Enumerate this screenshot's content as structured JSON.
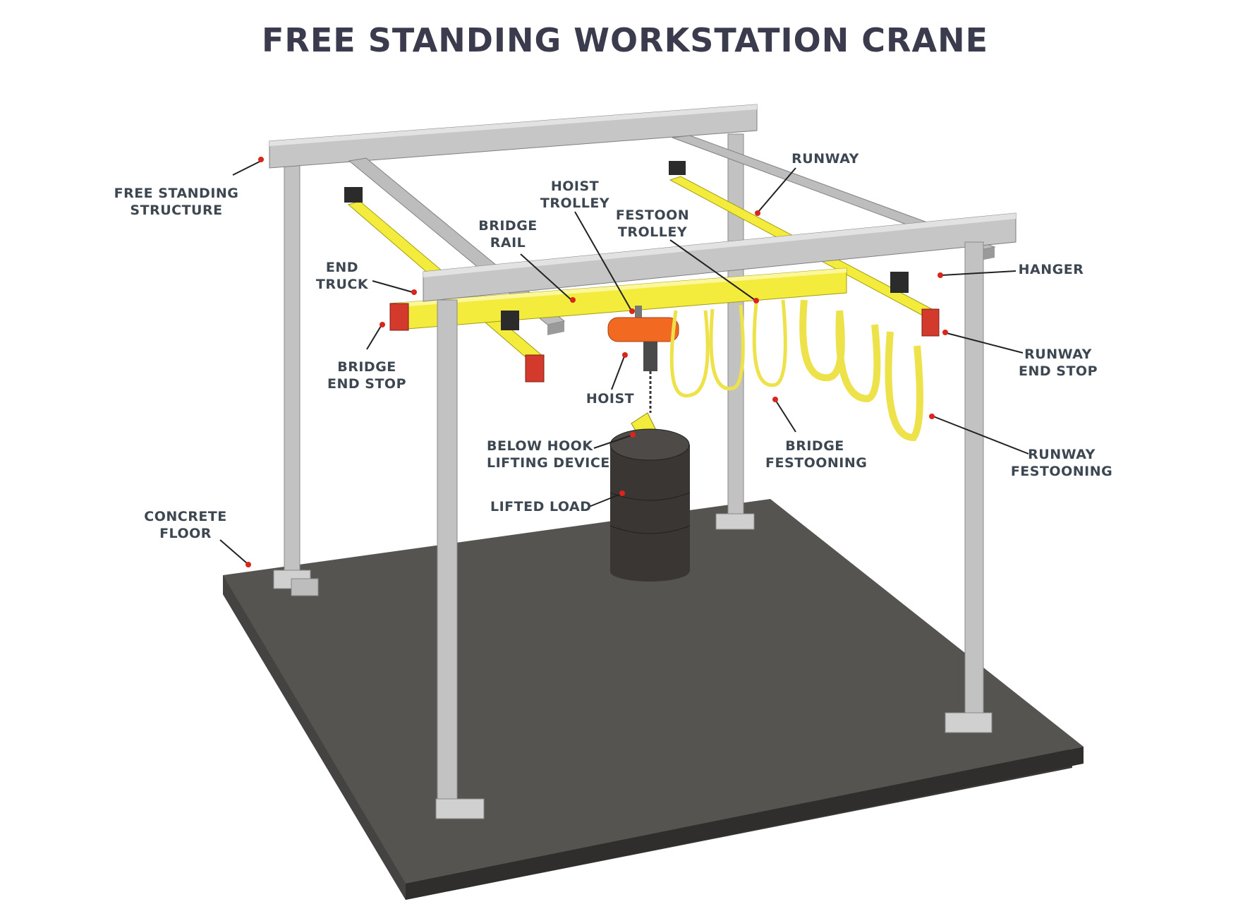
{
  "title": "FREE STANDING WORKSTATION CRANE",
  "colors": {
    "steel": "#c4c4c4",
    "steel_dark": "#8a8a8a",
    "yellow": "#f3ec3c",
    "yellow_dark": "#b5ae16",
    "floor": "#555451",
    "floor_side": "#3a3937",
    "red": "#d33a2c",
    "orange": "#f26a22",
    "text": "#3d4752"
  },
  "labels": {
    "free_standing_structure": [
      "FREE STANDING",
      "STRUCTURE"
    ],
    "end_truck": [
      "END",
      "TRUCK"
    ],
    "bridge_end_stop": [
      "BRIDGE",
      "END STOP"
    ],
    "bridge_rail": [
      "BRIDGE",
      "RAIL"
    ],
    "hoist_trolley": [
      "HOIST",
      "TROLLEY"
    ],
    "festoon_trolley": [
      "FESTOON",
      "TROLLEY"
    ],
    "runway": [
      "RUNWAY"
    ],
    "hanger": [
      "HANGER"
    ],
    "runway_end_stop": [
      "RUNWAY",
      "END STOP"
    ],
    "hoist": [
      "HOIST"
    ],
    "below_hook_lifting_device": [
      "BELOW HOOK",
      "LIFTING DEVICE"
    ],
    "lifted_load": [
      "LIFTED LOAD"
    ],
    "bridge_festooning": [
      "BRIDGE",
      "FESTOONING"
    ],
    "runway_festooning": [
      "RUNWAY",
      "FESTOONING"
    ],
    "concrete_floor": [
      "CONCRETE",
      "FLOOR"
    ]
  }
}
